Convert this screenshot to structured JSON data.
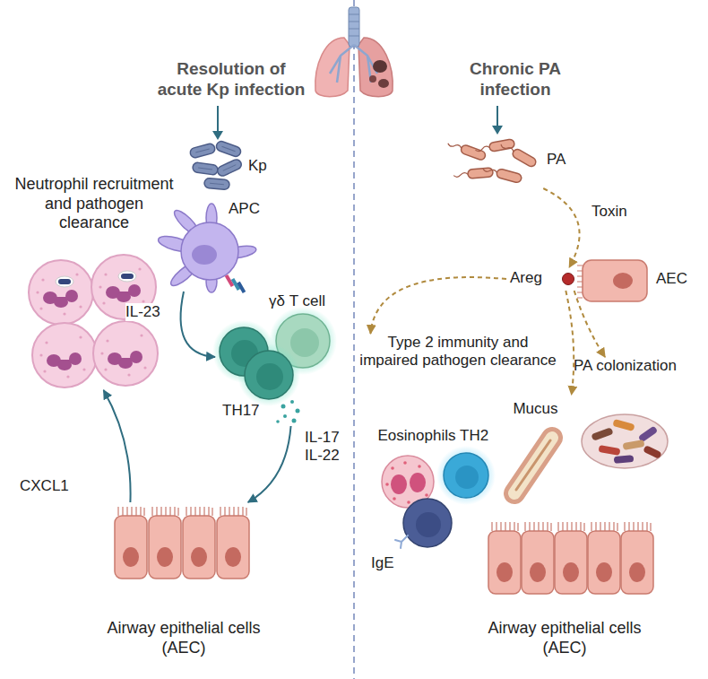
{
  "diagram": {
    "nodes": [
      {
        "text": [
          "Kp"
        ]
      },
      {
        "text": [
          "APC"
        ]
      },
      {
        "text": [
          "γδ T cell"
        ]
      },
      {
        "text": [
          "TH17"
        ]
      },
      {
        "text": [
          "Neutrophil recruitment and pathogen clearance"
        ]
      },
      {
        "text": [
          "Airway epithelial cells (AEC)"
        ]
      },
      {
        "text": [
          "PA"
        ]
      },
      {
        "text": [
          "Areg"
        ]
      },
      {
        "text": [
          "AEC"
        ]
      },
      {
        "text": [
          "Type 2 immunity and impaired pathogen clearance"
        ]
      },
      {
        "text": [
          "Mucus"
        ]
      },
      {
        "text": [
          "PA colonization"
        ]
      },
      {
        "text": [
          "Eosinophils"
        ]
      },
      {
        "text": [
          "TH2"
        ]
      },
      {
        "text": [
          "Airway epithelial cells (AEC)"
        ]
      }
    ],
    "edges": [
      {
        "from": 1,
        "to": 3,
        "label": "IL-23",
        "arrow": "to"
      },
      {
        "from": 3,
        "to": 5,
        "label": "IL-17 IL-22",
        "arrow": "to"
      },
      {
        "from": 5,
        "to": 4,
        "label": "CXCL1",
        "arrow": "to"
      },
      {
        "from": 6,
        "to": 7,
        "label": "Toxin",
        "arrow": "to"
      },
      {
        "from": 7,
        "to": 9,
        "arrow": "to"
      },
      {
        "from": 7,
        "to": 10,
        "arrow": "to"
      },
      {
        "from": 7,
        "to": 11,
        "arrow": "to"
      }
    ],
    "labels": [
      "Resolution of acute Kp infection",
      "Chronic PA infection",
      "IgE"
    ]
  }
}
